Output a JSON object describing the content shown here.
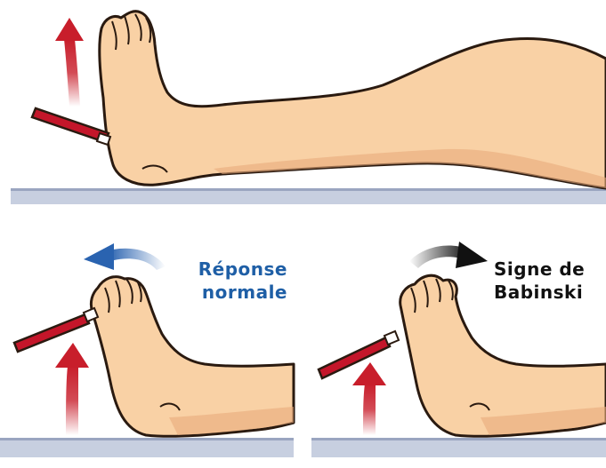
{
  "labels": {
    "normal": {
      "line1": "Réponse",
      "line2": "normale",
      "color": "#1f5fa6"
    },
    "babinski": {
      "line1": "Signe de",
      "line2": "Babinski",
      "color": "#111111"
    }
  },
  "colors": {
    "skin": "#f9d1a5",
    "skin_shadow": "#e8aa7b",
    "outline": "#2a1a10",
    "table": "#c7cfe0",
    "hammer": "#c4162a",
    "arrow_red": "#c81e2b",
    "arrow_blue": "#2a63b0",
    "arrow_black": "#111111"
  }
}
